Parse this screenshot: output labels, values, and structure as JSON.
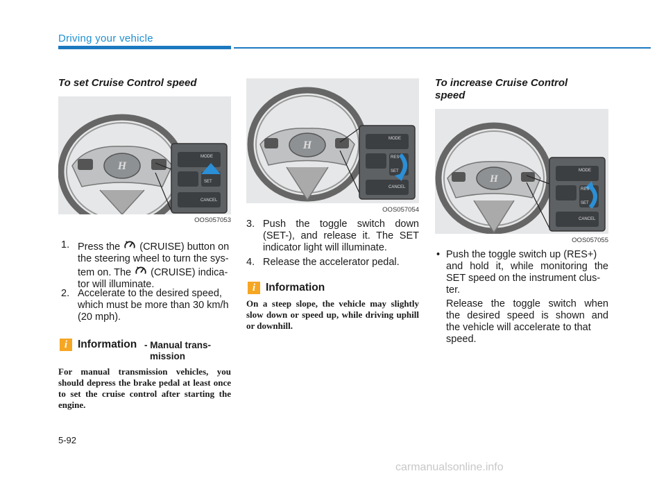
{
  "header": {
    "title": "Driving your vehicle"
  },
  "col1": {
    "title": "To set Cruise Control speed",
    "figure_code": "OOS057053",
    "figure_labels": {
      "mode": "MODE",
      "set": "SET",
      "cancel": "CANCEL"
    },
    "step1": {
      "num": "1.",
      "part_a": "Press the",
      "part_b": "(CRUISE) button on",
      "line2": "the steering wheel to turn the sys-",
      "line3_a": "tem on. The",
      "line3_b": "(CRUISE) indica-",
      "line4": "tor will illuminate."
    },
    "step2": {
      "num": "2.",
      "line1": "Accelerate to the desired speed,",
      "line2": "which must be more than 30 km/h",
      "line3": "(20 mph)."
    },
    "info": {
      "icon": "i",
      "label": "Information",
      "suffix_line1": "- Manual trans-",
      "suffix_line2": "mission",
      "text": "For manual transmission vehicles, you should depress the brake pedal at least once to set the cruise control after starting the engine."
    }
  },
  "col2": {
    "figure_code": "OOS057054",
    "figure_labels": {
      "mode": "MODE",
      "res": "RES",
      "set": "SET",
      "cancel": "CANCEL"
    },
    "step3": {
      "num": "3.",
      "line1": "Push the toggle switch down",
      "line2": "(SET-), and release it. The SET",
      "line3": "indicator light will illuminate."
    },
    "step4": {
      "num": "4.",
      "text": "Release the accelerator pedal."
    },
    "info": {
      "icon": "i",
      "label": "Information",
      "text": "On a steep slope, the vehicle may slightly slow down or speed up, while driving uphill or downhill."
    }
  },
  "col3": {
    "title_line1": "To increase Cruise Control",
    "title_line2": "speed",
    "figure_code": "OOS057055",
    "figure_labels": {
      "mode": "MODE",
      "res": "RES",
      "set": "SET",
      "cancel": "CANCEL"
    },
    "bullet": {
      "dot": "•",
      "line1": "Push the toggle switch up (RES+)",
      "line2": "and hold it, while monitoring the",
      "line3": "SET speed on the instrument clus-",
      "line4": "ter."
    },
    "para": {
      "line1": "Release the toggle switch when",
      "line2": "the desired speed is shown and",
      "line3": "the vehicle will accelerate to that",
      "line4": "speed."
    }
  },
  "footer": {
    "page": "5-92"
  },
  "watermark": {
    "text": "carmanualsonline.info"
  },
  "colors": {
    "accent": "#1c79c0",
    "info_orange": "#f5a623",
    "figure_bg": "#e6e7e8"
  }
}
